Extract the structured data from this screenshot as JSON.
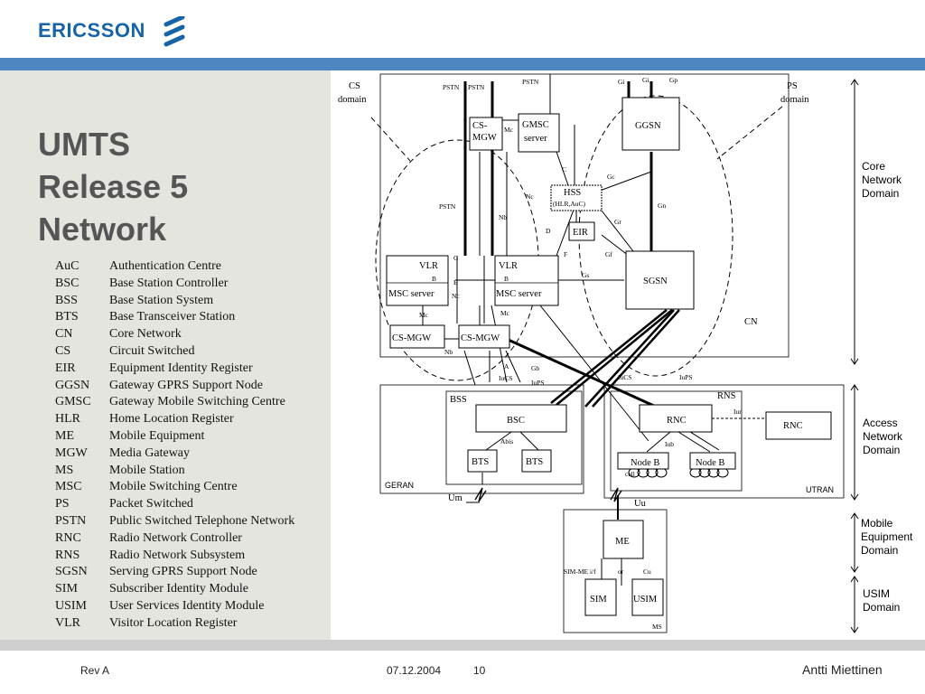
{
  "brand": {
    "name": "ERICSSON"
  },
  "title": {
    "line1": "UMTS",
    "line2": "Release 5",
    "line3": "Network"
  },
  "glossary": [
    {
      "abbr": "AuC",
      "def": "Authentication Centre"
    },
    {
      "abbr": "BSC",
      "def": "Base Station Controller"
    },
    {
      "abbr": "BSS",
      "def": "Base Station System"
    },
    {
      "abbr": "BTS",
      "def": "Base Transceiver Station"
    },
    {
      "abbr": "CN",
      "def": "Core Network"
    },
    {
      "abbr": "CS",
      "def": "Circuit Switched"
    },
    {
      "abbr": "EIR",
      "def": "Equipment Identity Register"
    },
    {
      "abbr": "GGSN",
      "def": "Gateway GPRS Support Node"
    },
    {
      "abbr": "GMSC",
      "def": "Gateway Mobile Switching Centre"
    },
    {
      "abbr": "HLR",
      "def": "Home Location Register"
    },
    {
      "abbr": "ME",
      "def": "Mobile Equipment"
    },
    {
      "abbr": "MGW",
      "def": "Media Gateway"
    },
    {
      "abbr": "MS",
      "def": "Mobile Station"
    },
    {
      "abbr": "MSC",
      "def": "Mobile Switching Centre"
    },
    {
      "abbr": "PS",
      "def": "Packet Switched"
    },
    {
      "abbr": "PSTN",
      "def": "Public Switched Telephone Network"
    },
    {
      "abbr": "RNC",
      "def": "Radio Network Controller"
    },
    {
      "abbr": "RNS",
      "def": "Radio Network Subsystem"
    },
    {
      "abbr": "SGSN",
      "def": "Serving GPRS Support Node"
    },
    {
      "abbr": "SIM",
      "def": "Subscriber Identity Module"
    },
    {
      "abbr": "USIM",
      "def": "User Services Identity Module"
    },
    {
      "abbr": "VLR",
      "def": "Visitor Location Register"
    }
  ],
  "diagram": {
    "domains": {
      "cs_line1": "CS",
      "cs_line2": "domain",
      "ps_line1": "PS",
      "ps_line2": "domain"
    },
    "nodes": {
      "cs_mgw_top_1": "CS-",
      "cs_mgw_top_2": "MGW",
      "gmsc_1": "GMSC",
      "gmsc_2": "server",
      "ggsn": "GGSN",
      "hss_1": "HSS",
      "hss_2": "(HLR,AuC)",
      "eir": "EIR",
      "vlr": "VLR",
      "msc_server": "MSC server",
      "sgsn": "SGSN",
      "cs_mgw": "CS-MGW",
      "cn": "CN",
      "bss": "BSS",
      "bsc": "BSC",
      "bts": "BTS",
      "geran": "GERAN",
      "rns": "RNS",
      "rnc": "RNC",
      "node_b": "Node B",
      "cell": "cell",
      "utran": "UTRAN",
      "me": "ME",
      "sim": "SIM",
      "usim": "USIM",
      "ms": "MS"
    },
    "interfaces": {
      "pstn": "PSTN",
      "gi": "Gi",
      "gp": "Gp",
      "mc": "Mc",
      "c": "C",
      "gc": "Gc",
      "nc": "Nc",
      "nb": "Nb",
      "gn": "Gn",
      "d": "D",
      "gr": "Gr",
      "f": "F",
      "gf": "Gf",
      "g": "G",
      "b": "B",
      "e": "E",
      "gs": "Gs",
      "a": "A",
      "iucs": "IuCS",
      "gb": "Gb",
      "iups": "IuPS",
      "abis": "Abis",
      "iub": "Iub",
      "iur": "Iur",
      "um": "Um",
      "uu": "Uu",
      "sim_me_if": "SIM-ME i/f",
      "or": "or",
      "cu": "Cu"
    },
    "layers": {
      "core_1": "Core",
      "core_2": "Network",
      "core_3": "Domain",
      "access_1": "Access",
      "access_2": "Network",
      "access_3": "Domain",
      "mobile_1": "Mobile",
      "mobile_2": "Equipment",
      "mobile_3": "Domain",
      "usim_1": "USIM",
      "usim_2": "Domain"
    }
  },
  "footer": {
    "revision": "Rev A",
    "date": "07.12.2004",
    "page": "10",
    "author": "Antti Miettinen"
  },
  "colors": {
    "brand_blue": "#1763a8",
    "band_blue": "#4d86c1",
    "panel_gray": "#e5e5df",
    "title_gray": "#555555"
  }
}
